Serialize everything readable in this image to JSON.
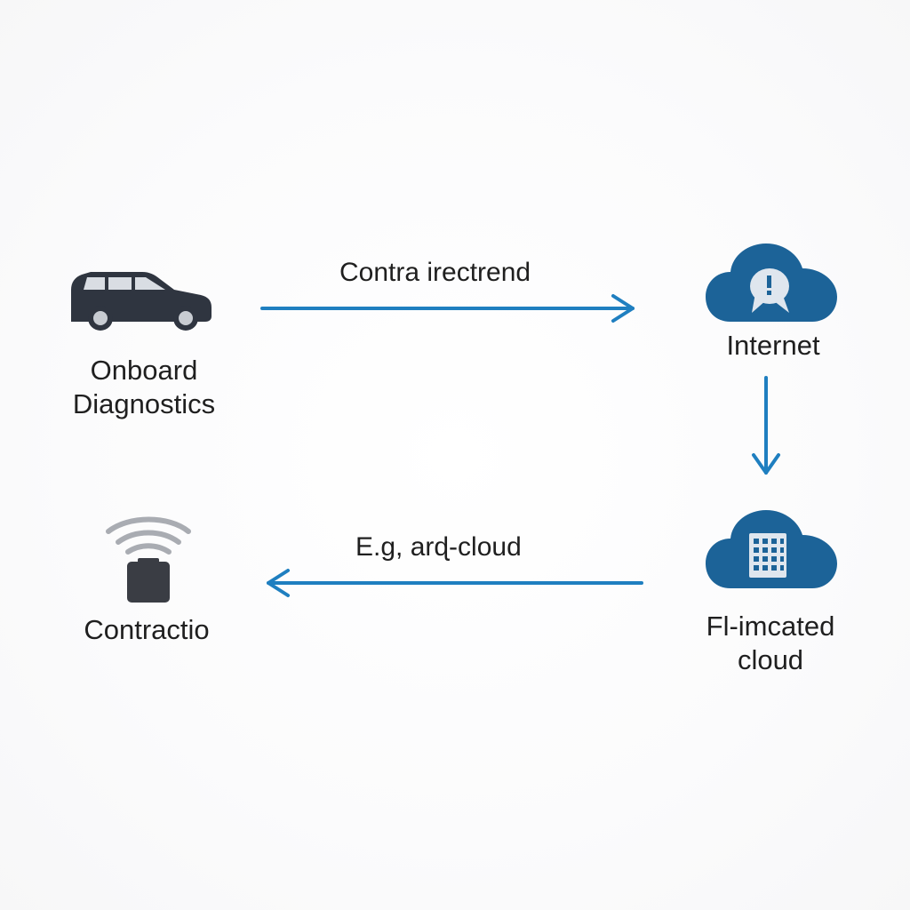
{
  "nodes": {
    "obd": {
      "label_line1": "Onboard",
      "label_line2": "Diagnostics",
      "icon": "car-icon"
    },
    "internet": {
      "label": "Internet",
      "icon": "cloud-alert-icon"
    },
    "cloud": {
      "label_line1": "Fl-imcated",
      "label_line2": "cloud",
      "icon": "cloud-grid-icon"
    },
    "contractio": {
      "label": "Contractio",
      "icon": "wireless-device-icon"
    }
  },
  "edges": {
    "top": {
      "label": "Contra irectrend",
      "direction": "right"
    },
    "right": {
      "direction": "down"
    },
    "bottom": {
      "label": "E.g, arɖ-cloud",
      "direction": "left"
    }
  },
  "colors": {
    "arrow": "#1f7fc0",
    "cloud": "#1c6398",
    "car": "#2f3540",
    "device": "#3a3d44",
    "signal": "#a9acb2",
    "text": "#1f1f1f"
  }
}
